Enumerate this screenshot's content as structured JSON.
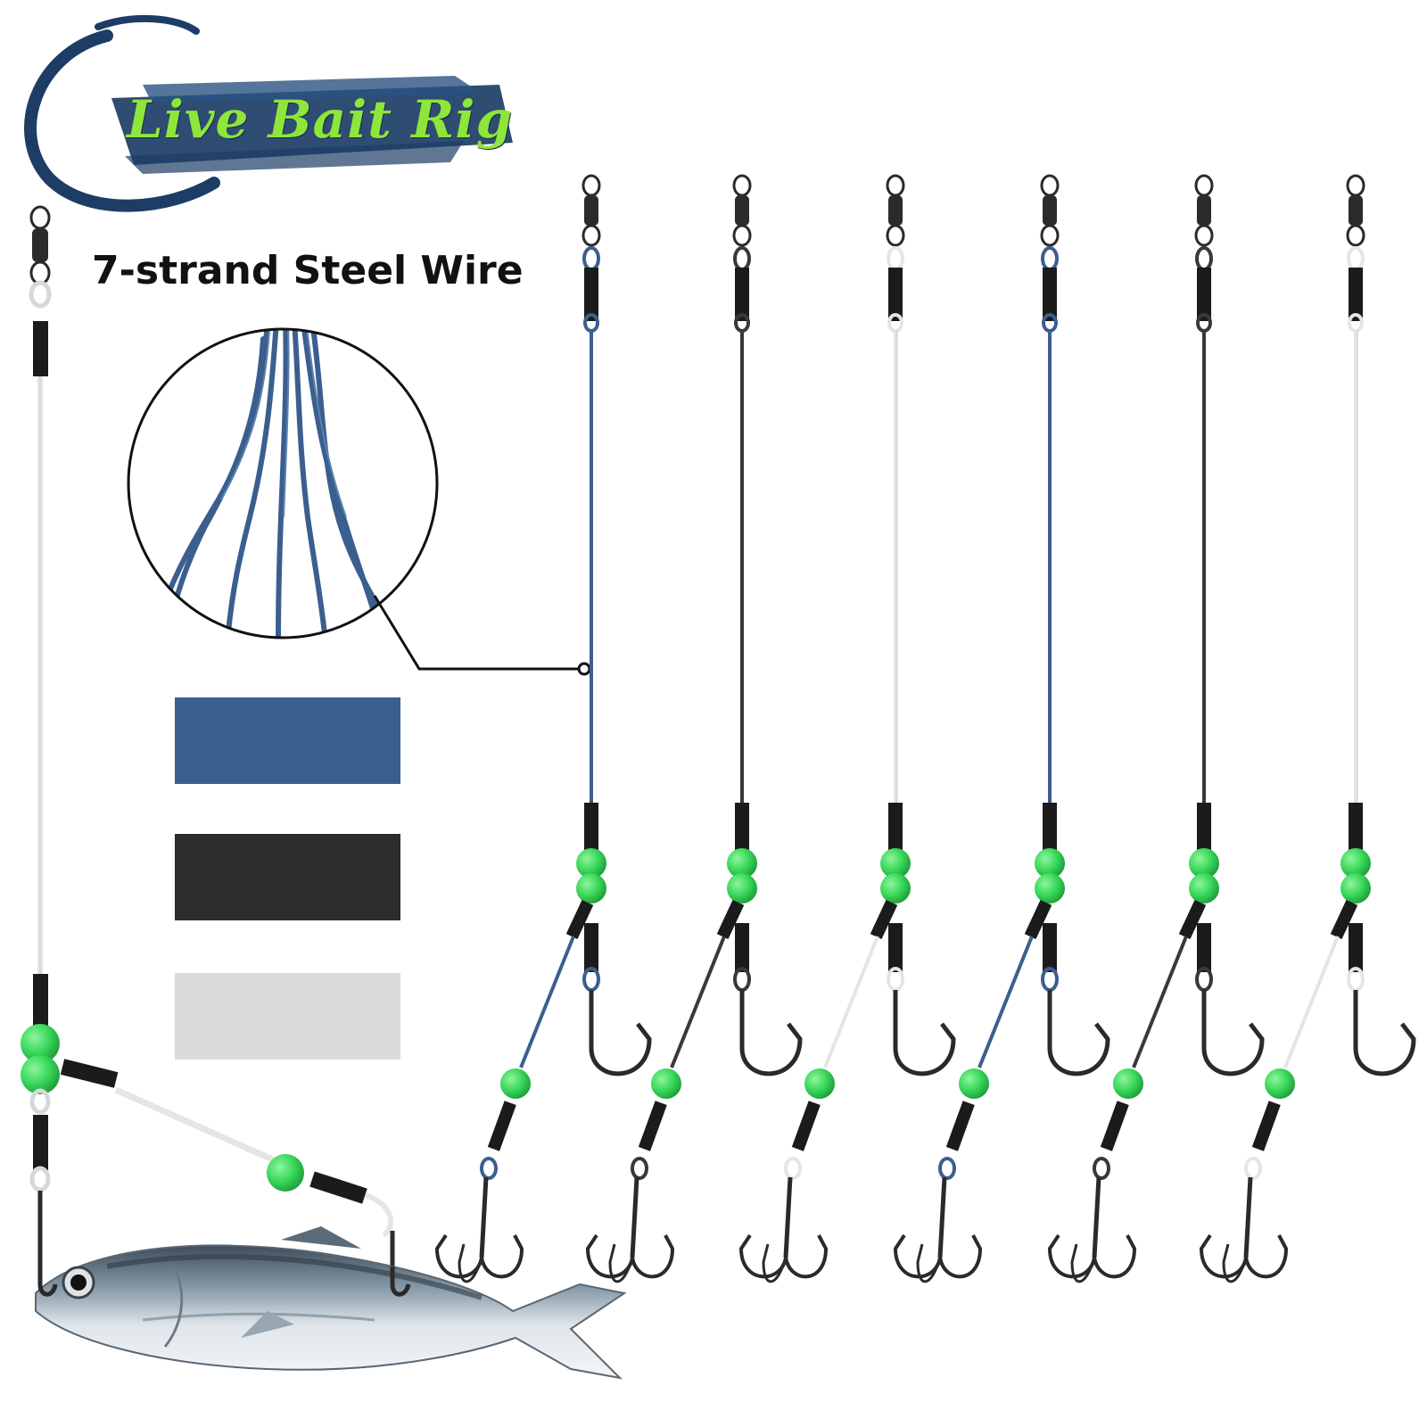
{
  "title": "Live Bait Rig",
  "subtitle": "7-strand Steel Wire",
  "colors": {
    "title_green": "#8ee63a",
    "brush_navy": "#1d3d66",
    "bead_green": "#39d85a",
    "crimp_black": "#1b1b1b",
    "hook_black": "#2a2a2a"
  },
  "wire_color_swatches": [
    {
      "name": "blue",
      "hex": "#3a5f8f"
    },
    {
      "name": "black",
      "hex": "#2e2b2c"
    },
    {
      "name": "clear",
      "hex": "#d9dbdb"
    }
  ],
  "rigs": [
    {
      "wire_color": "#3b5f8e"
    },
    {
      "wire_color": "#3a3838"
    },
    {
      "wire_color": "#e4e6e6"
    },
    {
      "wire_color": "#3b5f8e"
    },
    {
      "wire_color": "#3a3838"
    },
    {
      "wire_color": "#e4e6e6"
    }
  ],
  "demo_rig": {
    "wire_color": "#e4e6e6",
    "bait": "mackerel"
  },
  "icons": [
    "brush-circle-logo",
    "swivel-icon",
    "crimp-sleeve-icon",
    "bead-icon",
    "single-hook-icon",
    "treble-hook-icon",
    "wire-zoom-loupe",
    "fish-bait-illustration"
  ]
}
